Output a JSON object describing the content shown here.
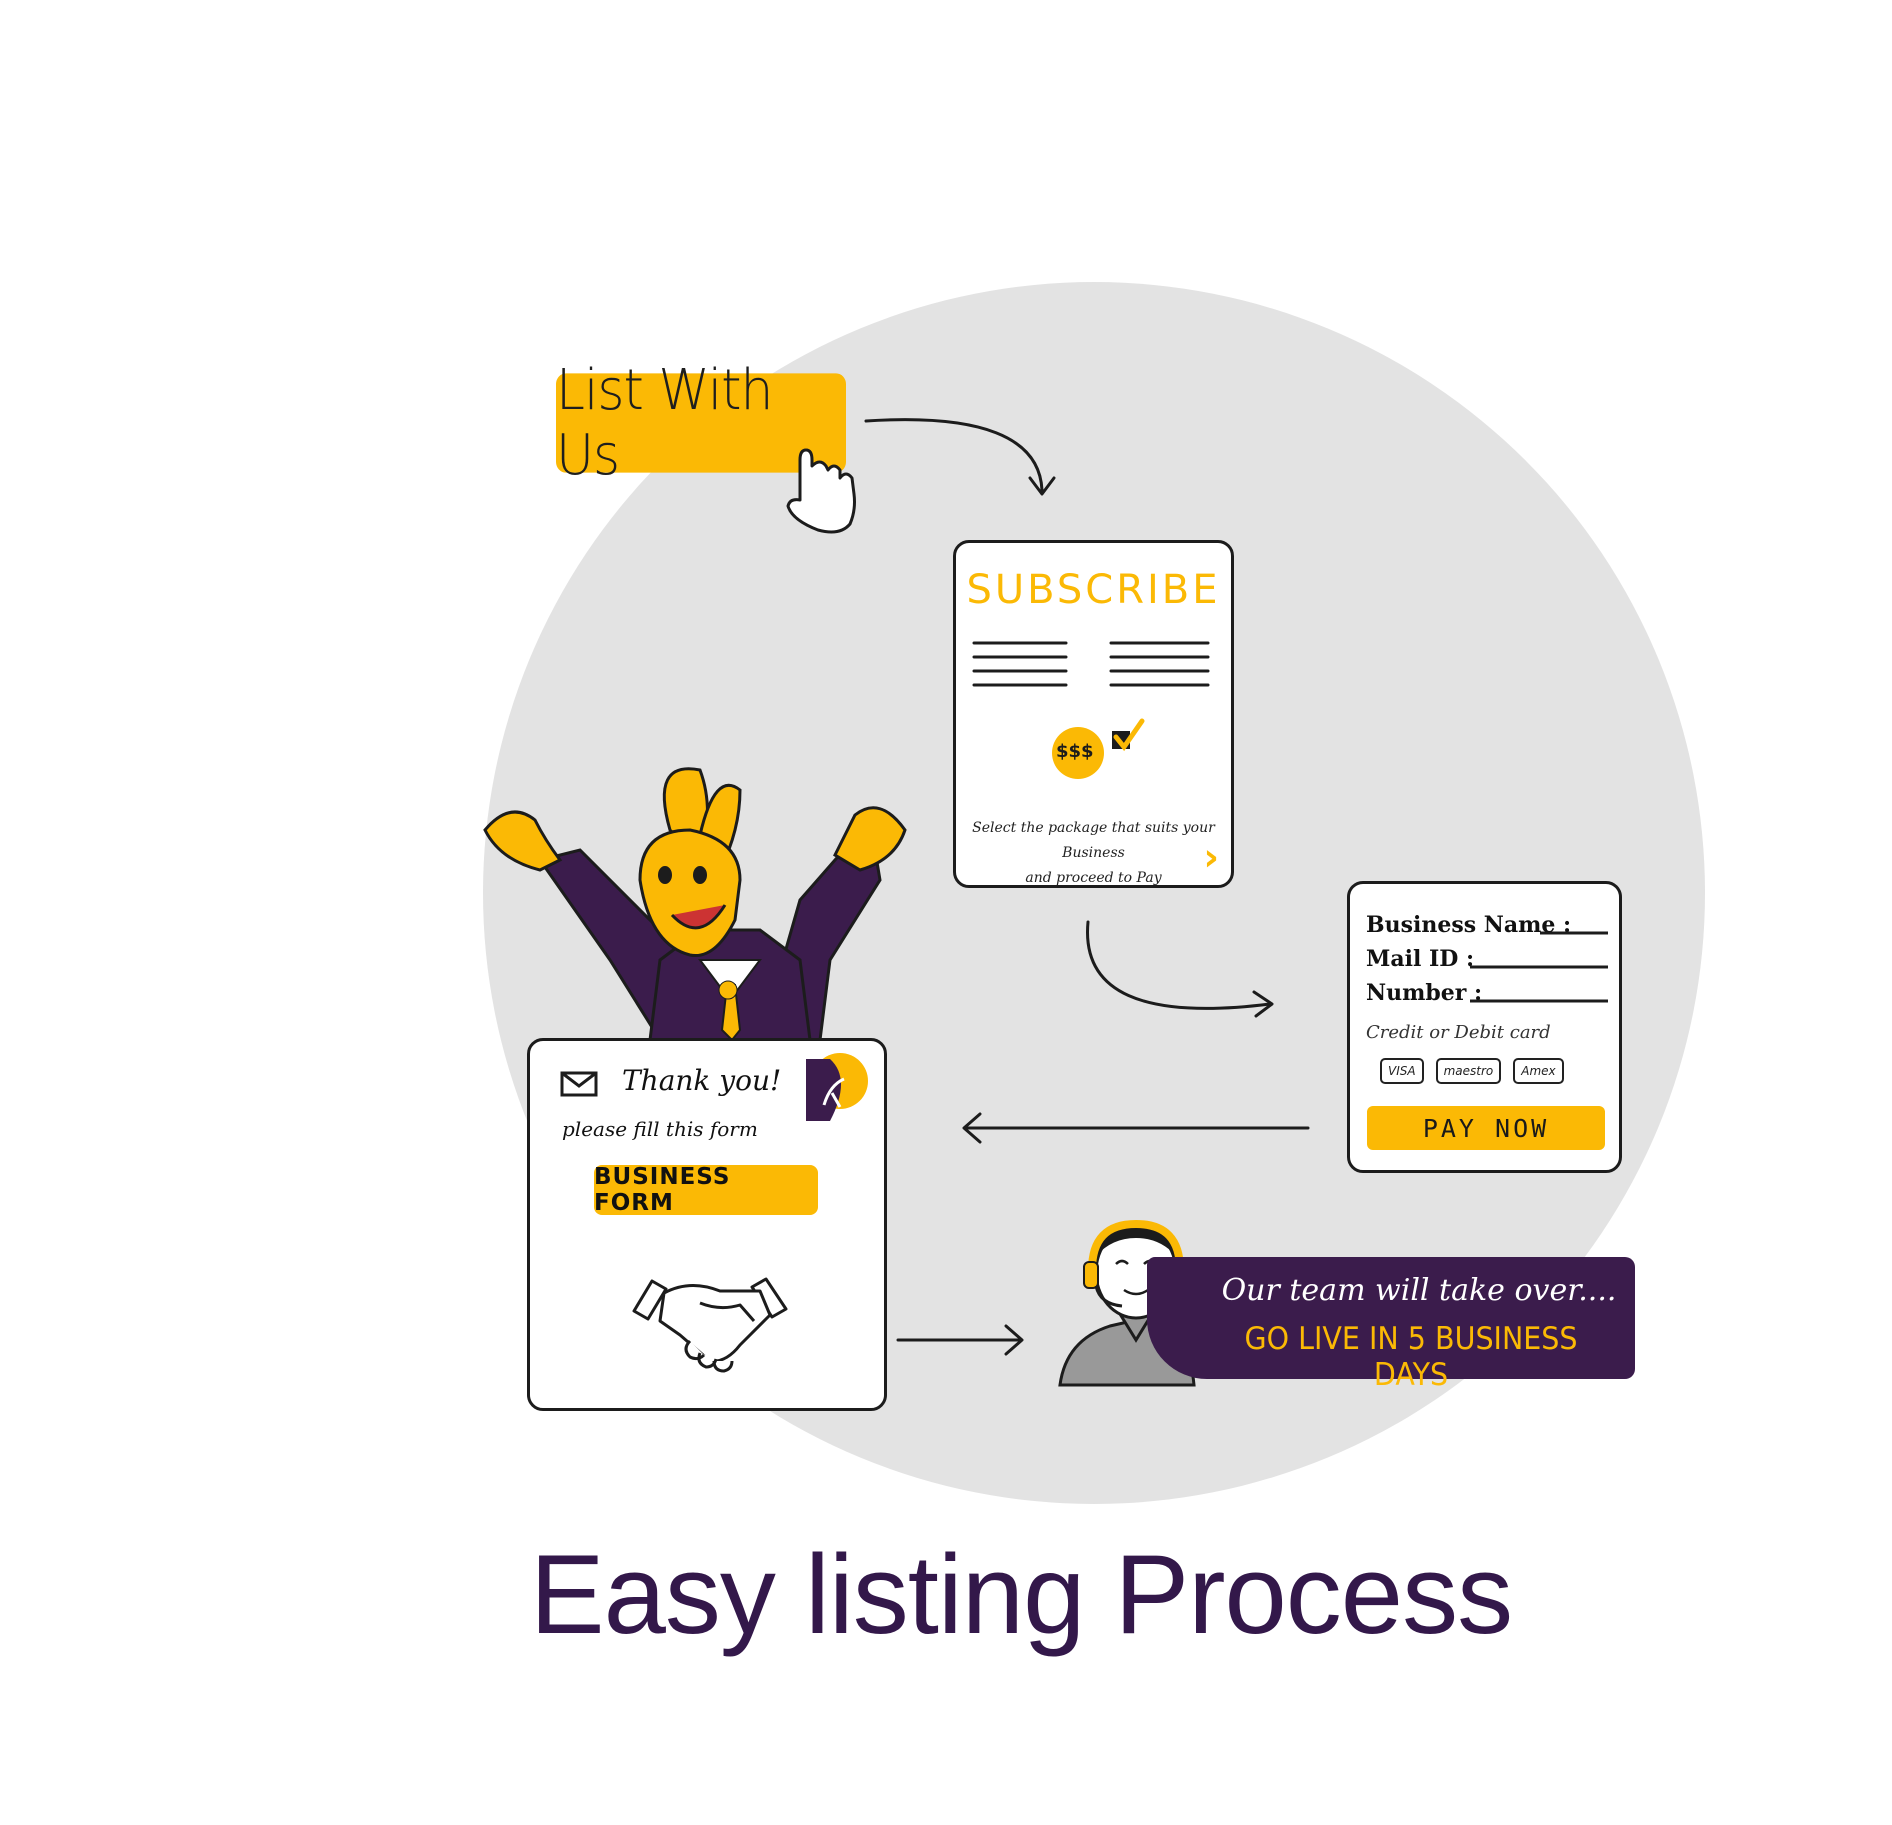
{
  "list_button": {
    "label": "List With Us"
  },
  "subscribe_card": {
    "title": "SUBSCRIBE",
    "caption_line1": "Select the package that suits your Business",
    "caption_line2": "and proceed to Pay",
    "coin_symbol": "$$$"
  },
  "payment_card": {
    "business_name_label": "Business Name :",
    "mail_label": "Mail ID :",
    "number_label": "Number :",
    "card_label": "Credit or Debit card",
    "card_logos": [
      "VISA",
      "maestro",
      "Amex"
    ],
    "pay_now_label": "PAY NOW"
  },
  "thanks_card": {
    "title": "Thank you!",
    "subtitle": "please fill this form",
    "form_button_label": "BUSINESS FORM"
  },
  "team_banner": {
    "line1": "Our team will take over....",
    "line2": "GO LIVE IN 5 BUSINESS DAYS"
  },
  "title": "Easy listing Process",
  "colors": {
    "accent_yellow": "#fbb905",
    "brand_purple": "#3b1c4c",
    "title_purple": "#33184a",
    "circle_gray": "#e3e3e3"
  }
}
